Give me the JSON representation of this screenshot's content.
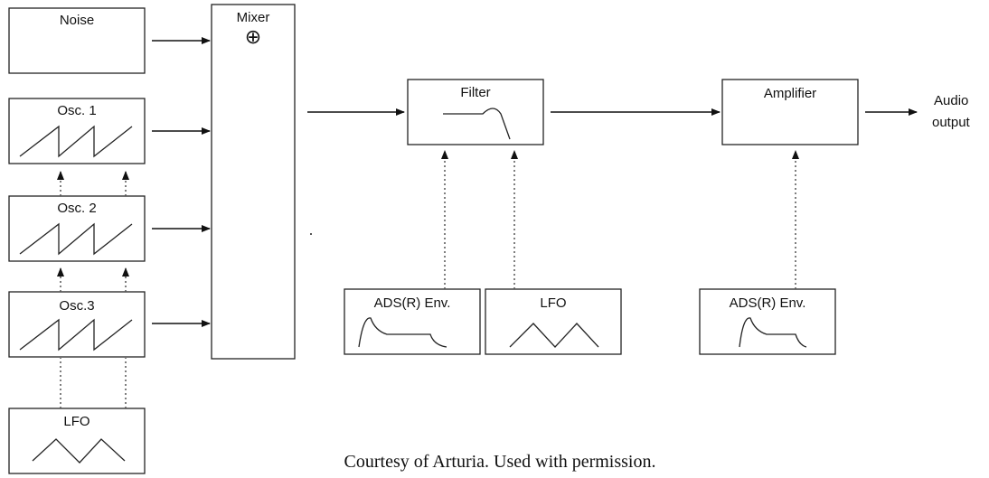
{
  "blocks": {
    "noise": "Noise",
    "osc1": "Osc. 1",
    "osc2": "Osc. 2",
    "osc3": "Osc.3",
    "lfo_osc": "LFO",
    "mixer": "Mixer",
    "mixer_symbol": "⊕",
    "filter": "Filter",
    "env_filter": "ADS(R) Env.",
    "lfo_filter": "LFO",
    "amplifier": "Amplifier",
    "env_amp": "ADS(R) Env."
  },
  "output": {
    "line1": "Audio",
    "line2": "output"
  },
  "credit": "Courtesy of Arturia. Used with permission."
}
